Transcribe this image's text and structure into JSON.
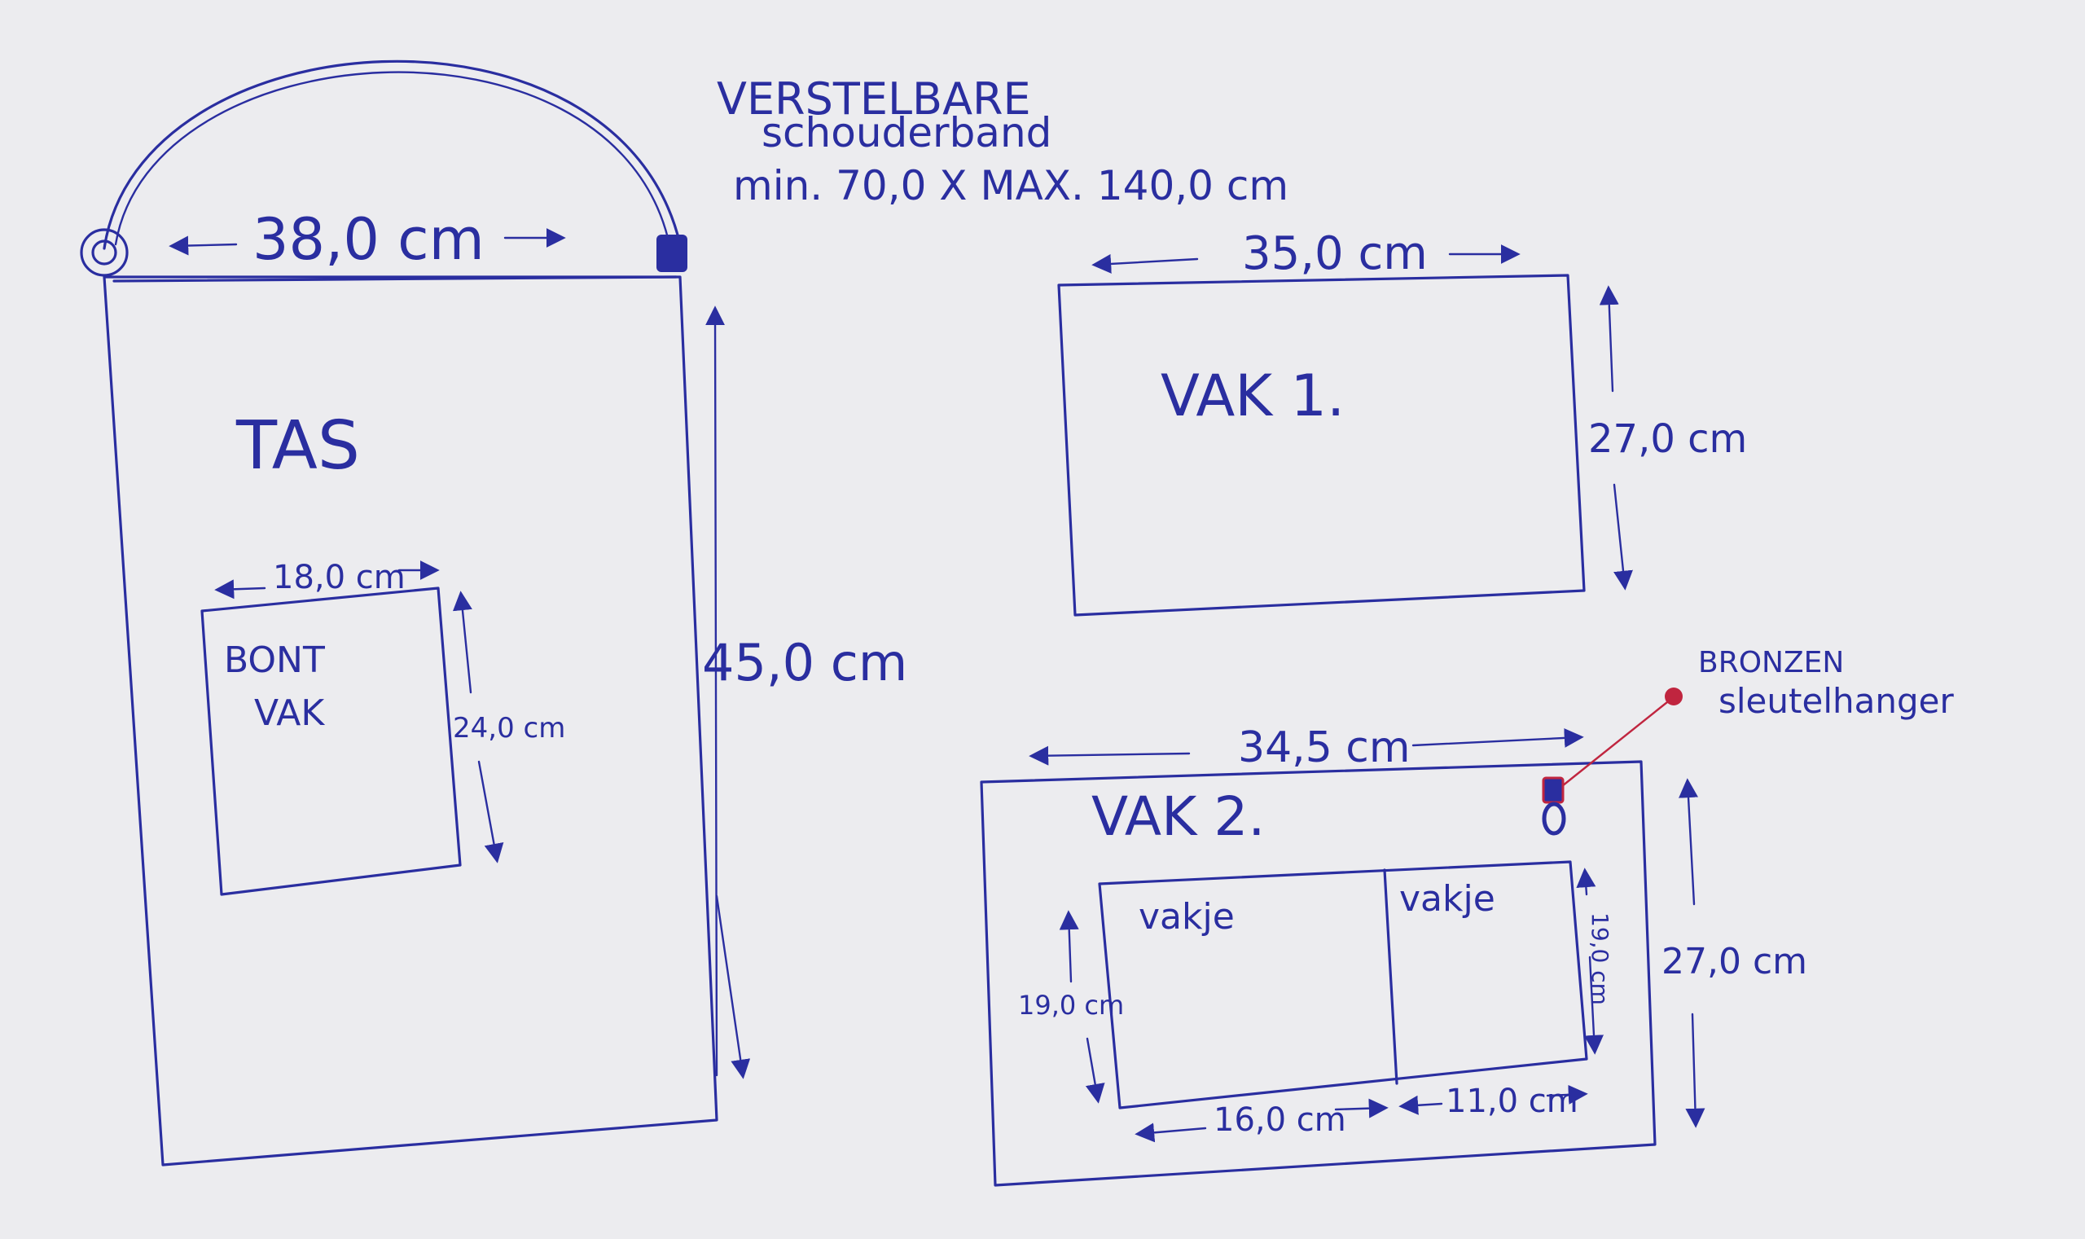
{
  "strap": {
    "title": "VERSTELBARE",
    "subtitle": "schouderband",
    "range": "min. 70,0 X MAX. 140,0 cm",
    "width": "38,0 cm"
  },
  "bag": {
    "label": "TAS",
    "height": "45,0 cm",
    "pocket": {
      "label_line1": "BONT",
      "label_line2": "VAK",
      "width": "18,0 cm",
      "height": "24,0 cm"
    }
  },
  "vak1": {
    "label": "VAK 1.",
    "width": "35,0 cm",
    "height": "27,0 cm"
  },
  "vak2": {
    "label": "VAK 2.",
    "width": "34,5 cm",
    "height": "27,0 cm",
    "keychain_line1": "BRONZEN",
    "keychain_line2": "sleutelhanger",
    "vakje_left": {
      "label": "vakje",
      "width": "16,0 cm",
      "height": "19,0 cm"
    },
    "vakje_right": {
      "label": "vakje",
      "width": "11,0 cm",
      "height": "19,0 cm"
    }
  },
  "colors": {
    "paper": "#e9e9ec",
    "ink": "#2a2ea0",
    "red_ink": "#c0253f"
  }
}
